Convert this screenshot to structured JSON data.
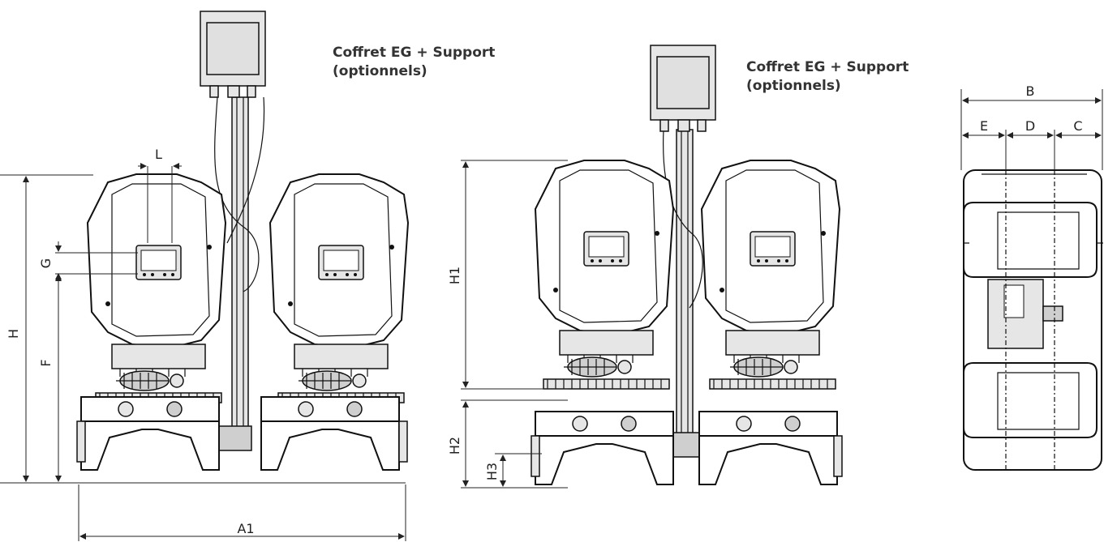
{
  "captions": {
    "left": [
      "Coffret EG + Support",
      "(optionnels)"
    ],
    "middle": [
      "Coffret EG + Support",
      "(optionnels)"
    ]
  },
  "dimensions": {
    "A1": "A1",
    "H": "H",
    "F": "F",
    "G": "G",
    "L": "L",
    "H1": "H1",
    "H2": "H2",
    "H3": "H3",
    "B": "B",
    "C": "C",
    "D": "D",
    "E": "E"
  }
}
